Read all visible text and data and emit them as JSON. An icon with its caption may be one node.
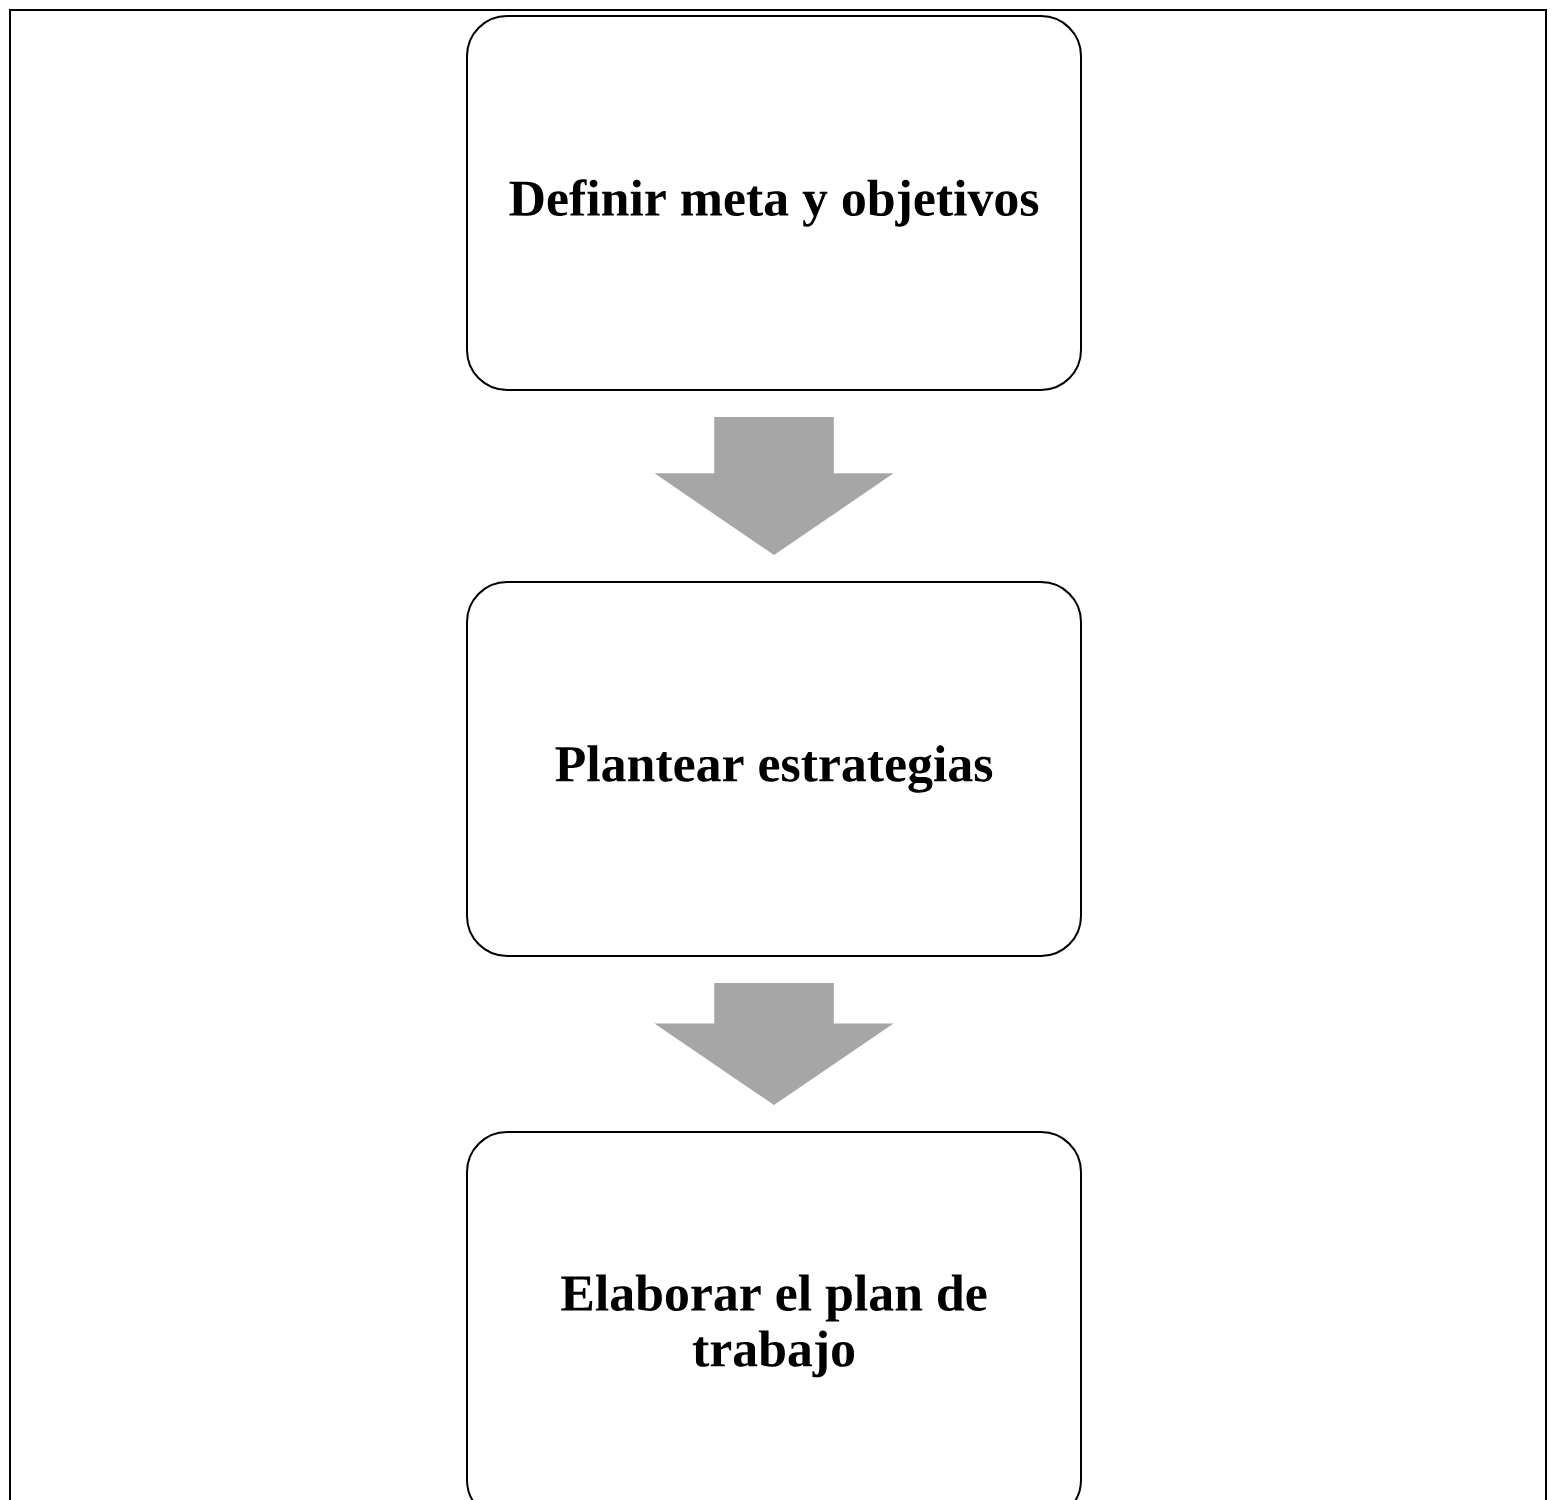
{
  "diagram": {
    "nodes": [
      {
        "text": [
          "Definir meta y objetivos"
        ]
      },
      {
        "text": [
          "Plantear estrategias"
        ]
      },
      {
        "text": [
          "Elaborar el plan de trabajo"
        ]
      }
    ],
    "edges": [
      {
        "from": 0,
        "to": 1,
        "arrow": "to"
      },
      {
        "from": 1,
        "to": 2,
        "arrow": "to"
      }
    ]
  }
}
